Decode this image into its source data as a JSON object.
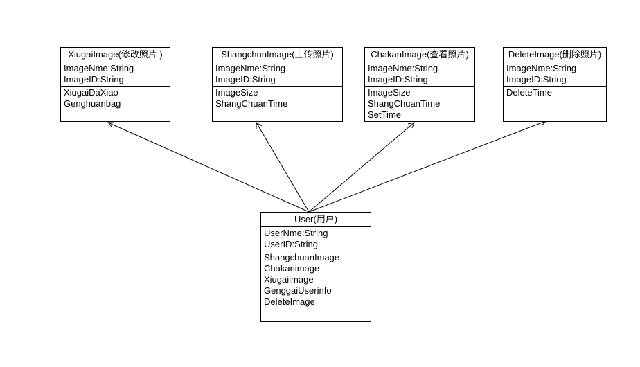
{
  "classes": {
    "xiugai": {
      "name": "XiugaiImage(修改照片 )",
      "attributes": [
        "ImageNme:String",
        "ImageID:String"
      ],
      "operations": [
        "XiugaiDaXiao",
        "Genghuanbag"
      ]
    },
    "shangchun": {
      "name": "ShangchunImage(上传照片)",
      "attributes": [
        "ImageNme:String",
        "ImageID:String"
      ],
      "operations": [
        "ImageSize",
        "ShangChuanTime"
      ]
    },
    "chakan": {
      "name": "ChakanImage(查看照片)",
      "attributes": [
        "ImageNme:String",
        "ImageID:String"
      ],
      "operations": [
        "ImageSize",
        "ShangChuanTime",
        "SetTime"
      ]
    },
    "delete": {
      "name": "DeleteImage(删除照片)",
      "attributes": [
        "ImageNme:String",
        "ImageID:String"
      ],
      "operations": [
        "DeleteTime"
      ]
    },
    "user": {
      "name": "User(用户)",
      "attributes": [
        "UserNme:String",
        "UserID:String"
      ],
      "operations": [
        "ShangchuanImage",
        "Chakanimage",
        "Xiugaiimage",
        "GenggaiUserinfo",
        "DeleteImage"
      ]
    }
  },
  "relations": [
    {
      "from": "user",
      "to": "xiugai",
      "type": "association-arrow"
    },
    {
      "from": "user",
      "to": "shangchun",
      "type": "association-arrow"
    },
    {
      "from": "user",
      "to": "chakan",
      "type": "association-arrow"
    },
    {
      "from": "user",
      "to": "delete",
      "type": "association-arrow"
    }
  ],
  "colors": {
    "line": "#000000",
    "box_border": "#000000",
    "background": "#ffffff"
  }
}
